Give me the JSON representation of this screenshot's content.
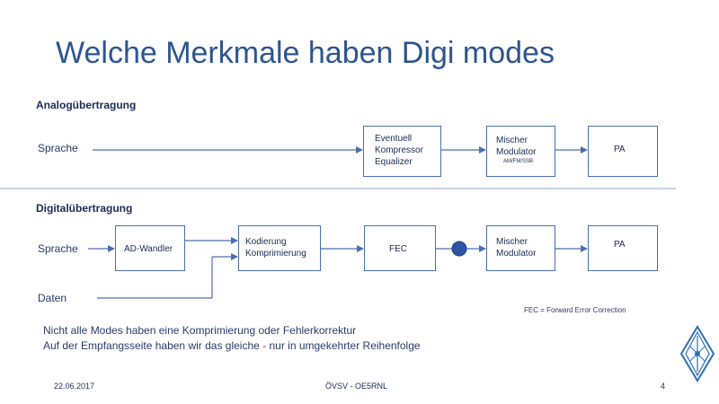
{
  "title": "Welche Merkmale haben Digi modes",
  "analog": {
    "heading": "Analogübertragung",
    "input_label": "Sprache",
    "box_preprocess": [
      "Eventuell",
      "Kompressor",
      "Equalizer"
    ],
    "box_mixer": [
      "Mischer",
      "Modulator"
    ],
    "box_mixer_sub": "AM/FM/SSB",
    "box_pa": "PA"
  },
  "digital": {
    "heading": "Digitalübertragung",
    "input_label": "Sprache",
    "data_label": "Daten",
    "box_adc": "AD-Wandler",
    "box_coding": [
      "Kodierung",
      "Komprimierung"
    ],
    "box_fec": "FEC",
    "box_mixer": [
      "Mischer",
      "Modulator"
    ],
    "box_pa": "PA"
  },
  "fec_note": "FEC = Forward Error Correction",
  "notes": [
    "Nicht alle Modes haben eine Komprimierung oder Fehlerkorrektur",
    "Auf der Empfangsseite haben wir das gleiche - nur in umgekehrter Reihenfolge"
  ],
  "footer": {
    "date": "22.06.2017",
    "center": "ÖVSV - OE5RNL",
    "page": "4"
  },
  "colors": {
    "title": "#2e5590",
    "box_border": "#4b6fb0",
    "arrow": "#4b6fb0",
    "junction_dot": "#2f55a4",
    "logo": "#2e6fb5"
  },
  "logo_icon": "oevsv-diamond-logo-icon"
}
